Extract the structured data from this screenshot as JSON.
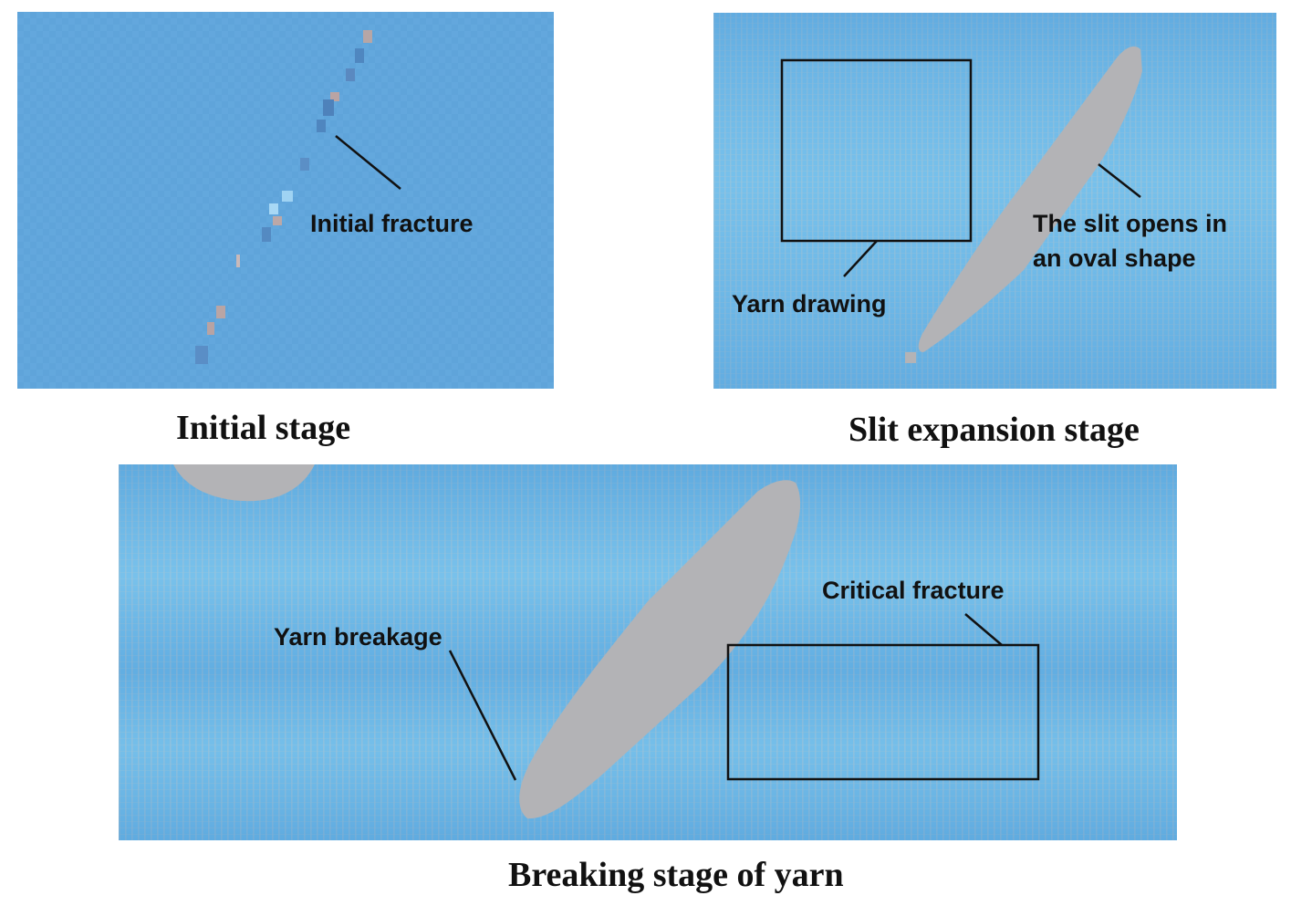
{
  "panels": {
    "initial": {
      "caption": "Initial stage",
      "labels": {
        "initial_fracture": "Initial fracture"
      }
    },
    "slit": {
      "caption": "Slit expansion stage",
      "labels": {
        "slit_line1": "The slit opens in",
        "slit_line2": "an oval shape",
        "yarn_drawing": "Yarn drawing"
      }
    },
    "breaking": {
      "caption": "Breaking stage of yarn",
      "labels": {
        "yarn_breakage": "Yarn breakage",
        "critical_fracture": "Critical fracture"
      }
    }
  },
  "colors": {
    "fabric_dark": "#5aa3d9",
    "fabric_light": "#8dd0f0",
    "fabric_initial": "#61a6dc",
    "slit_gray": "#b3b3b6",
    "line": "#111111"
  }
}
